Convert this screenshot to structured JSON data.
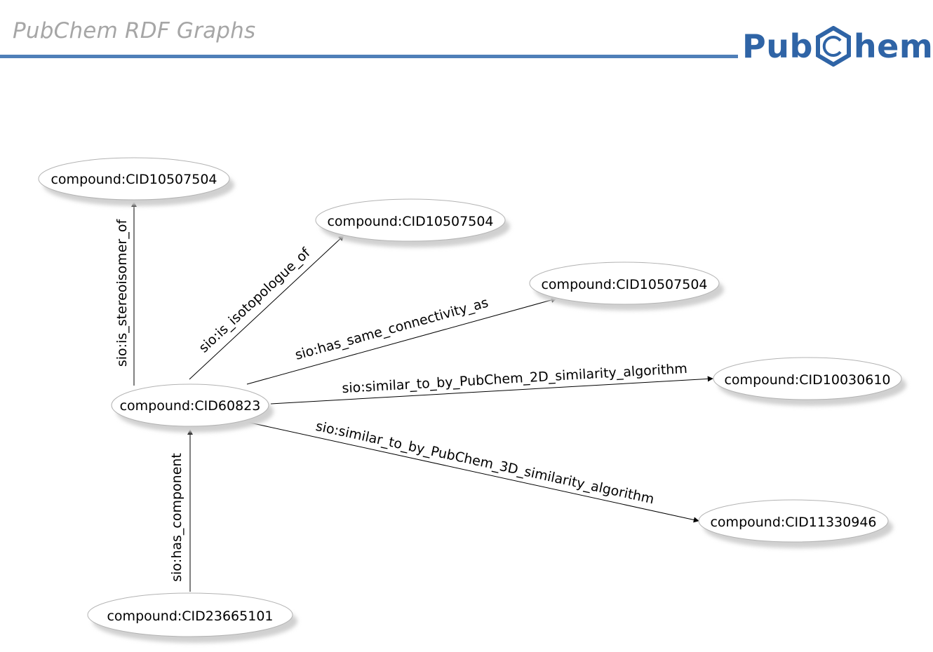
{
  "header": {
    "title": "PubChem RDF Graphs",
    "logo": {
      "text_left": "Pub",
      "text_right": "hem",
      "icon": "hexagon-c-icon",
      "color": "#2f64a6"
    },
    "rule_color": "#4f7fb8"
  },
  "nodes": [
    {
      "id": "center",
      "label": "compound:CID60823"
    },
    {
      "id": "stereo",
      "label": "compound:CID10507504"
    },
    {
      "id": "isotope",
      "label": "compound:CID10507504"
    },
    {
      "id": "connectivity",
      "label": "compound:CID10507504"
    },
    {
      "id": "sim2d",
      "label": "compound:CID10030610"
    },
    {
      "id": "sim3d",
      "label": "compound:CID11330946"
    },
    {
      "id": "component",
      "label": "compound:CID23665101"
    }
  ],
  "edges": [
    {
      "id": "e-stereo",
      "from": "center",
      "to": "stereo",
      "label": "sio:is_stereoisomer_of"
    },
    {
      "id": "e-isotope",
      "from": "center",
      "to": "isotope",
      "label": "sio:is_isotopologue_of"
    },
    {
      "id": "e-connectivity",
      "from": "center",
      "to": "connectivity",
      "label": "sio:has_same_connectivity_as"
    },
    {
      "id": "e-sim2d",
      "from": "center",
      "to": "sim2d",
      "label": "sio:similar_to_by_PubChem_2D_similarity_algorithm"
    },
    {
      "id": "e-sim3d",
      "from": "center",
      "to": "sim3d",
      "label": "sio:similar_to_by_PubChem_3D_similarity_algorithm"
    },
    {
      "id": "e-component",
      "from": "component",
      "to": "center",
      "label": "sio:has_component"
    }
  ]
}
